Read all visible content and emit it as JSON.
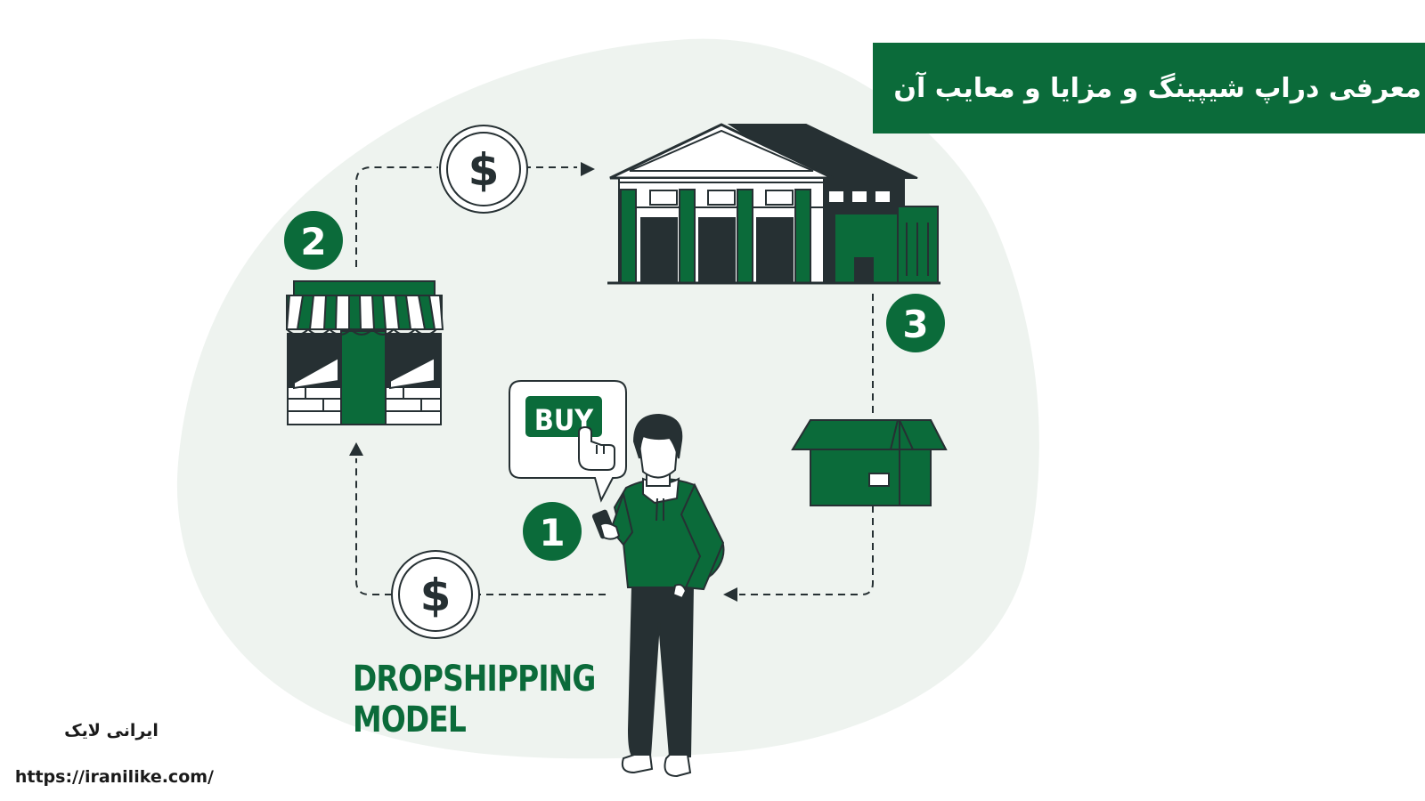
{
  "title": "معرفی دراپ شیپینگ و مزایا و معایب آن",
  "diagram": {
    "buy_label": "BUY",
    "currency_symbol": "$",
    "steps": [
      "1",
      "2",
      "3"
    ],
    "model_label_line1": "DROPSHIPPING",
    "model_label_line2": "MODEL"
  },
  "footer": {
    "brand_name": "ایرانی لایک",
    "url": "https://iranilike.com/"
  },
  "colors": {
    "brand_green": "#0b6b3a",
    "dark": "#263033",
    "blob": "#eef3ef",
    "background": "#ffffff"
  }
}
